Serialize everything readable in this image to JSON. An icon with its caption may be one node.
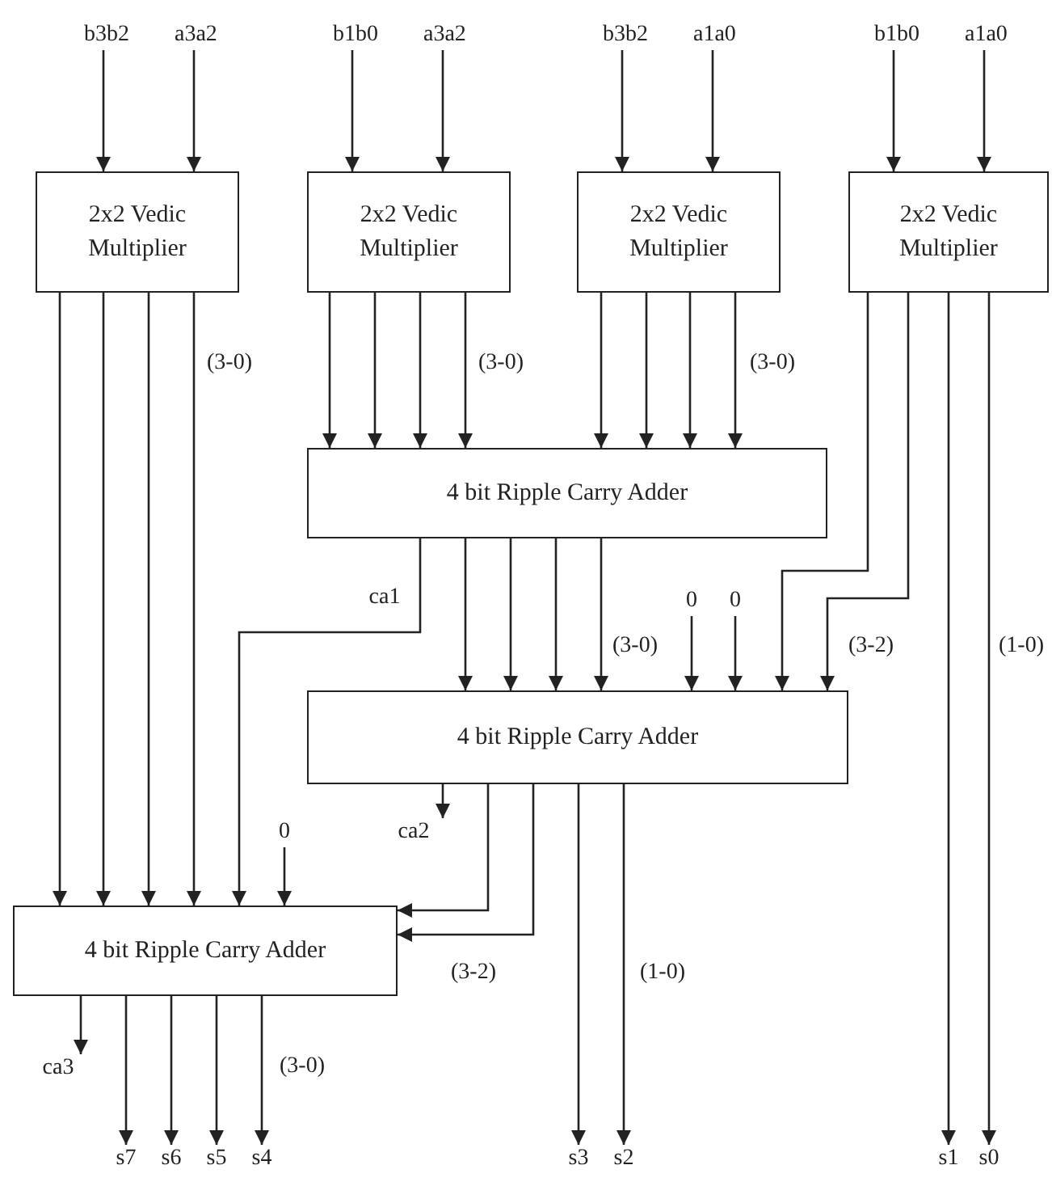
{
  "diagram": {
    "nodes": [
      {
        "text": [
          "b3b2"
        ]
      },
      {
        "text": [
          "a3a2"
        ]
      },
      {
        "text": [
          "b1b0"
        ]
      },
      {
        "text": [
          "a3a2"
        ]
      },
      {
        "text": [
          "b3b2"
        ]
      },
      {
        "text": [
          "a1a0"
        ]
      },
      {
        "text": [
          "b1b0"
        ]
      },
      {
        "text": [
          "a1a0"
        ]
      },
      {
        "text": [
          "2x2 Vedic Multiplier"
        ]
      },
      {
        "text": [
          "2x2 Vedic Multiplier"
        ]
      },
      {
        "text": [
          "2x2 Vedic Multiplier"
        ]
      },
      {
        "text": [
          "2x2 Vedic Multiplier"
        ]
      },
      {
        "text": [
          "4 bit Ripple Carry Adder"
        ]
      },
      {
        "text": [
          "0"
        ]
      },
      {
        "text": [
          "0"
        ]
      },
      {
        "text": [
          "4 bit Ripple Carry Adder"
        ]
      },
      {
        "text": [
          "ca2"
        ]
      },
      {
        "text": [
          "0"
        ]
      },
      {
        "text": [
          "4 bit Ripple Carry Adder"
        ]
      },
      {
        "text": [
          "ca3"
        ]
      },
      {
        "text": [
          "s7"
        ]
      },
      {
        "text": [
          "s6"
        ]
      },
      {
        "text": [
          "s5"
        ]
      },
      {
        "text": [
          "s4"
        ]
      },
      {
        "text": [
          "s3"
        ]
      },
      {
        "text": [
          "s2"
        ]
      },
      {
        "text": [
          "s1"
        ]
      },
      {
        "text": [
          "s0"
        ]
      }
    ],
    "edges": [
      {
        "from": 0,
        "to": 8,
        "arrow": "to"
      },
      {
        "from": 1,
        "to": 8,
        "arrow": "to"
      },
      {
        "from": 2,
        "to": 9,
        "arrow": "to"
      },
      {
        "from": 3,
        "to": 9,
        "arrow": "to"
      },
      {
        "from": 4,
        "to": 10,
        "arrow": "to"
      },
      {
        "from": 5,
        "to": 10,
        "arrow": "to"
      },
      {
        "from": 6,
        "to": 11,
        "arrow": "to"
      },
      {
        "from": 7,
        "to": 11,
        "arrow": "to"
      },
      {
        "from": 8,
        "to": 18,
        "arrow": "to"
      },
      {
        "from": 8,
        "to": 18,
        "arrow": "to"
      },
      {
        "from": 8,
        "to": 18,
        "arrow": "to"
      },
      {
        "from": 8,
        "to": 18,
        "arrow": "to",
        "label": "(3-0)"
      },
      {
        "from": 9,
        "to": 12,
        "arrow": "to"
      },
      {
        "from": 9,
        "to": 12,
        "arrow": "to"
      },
      {
        "from": 9,
        "to": 12,
        "arrow": "to"
      },
      {
        "from": 9,
        "to": 12,
        "arrow": "to",
        "label": "(3-0)"
      },
      {
        "from": 10,
        "to": 12,
        "arrow": "to"
      },
      {
        "from": 10,
        "to": 12,
        "arrow": "to"
      },
      {
        "from": 10,
        "to": 12,
        "arrow": "to"
      },
      {
        "from": 10,
        "to": 12,
        "arrow": "to",
        "label": "(3-0)"
      },
      {
        "from": 11,
        "to": 15,
        "arrow": "to"
      },
      {
        "from": 11,
        "to": 15,
        "arrow": "to",
        "label": "(3-2)"
      },
      {
        "from": 11,
        "to": 26,
        "arrow": "to"
      },
      {
        "from": 11,
        "to": 27,
        "arrow": "to",
        "label": "(1-0)"
      },
      {
        "from": 12,
        "to": 18,
        "arrow": "to",
        "label": "ca1"
      },
      {
        "from": 12,
        "to": 15,
        "arrow": "to"
      },
      {
        "from": 12,
        "to": 15,
        "arrow": "to"
      },
      {
        "from": 12,
        "to": 15,
        "arrow": "to"
      },
      {
        "from": 12,
        "to": 15,
        "arrow": "to",
        "label": "(3-0)"
      },
      {
        "from": 13,
        "to": 15,
        "arrow": "to"
      },
      {
        "from": 14,
        "to": 15,
        "arrow": "to"
      },
      {
        "from": 15,
        "to": 16,
        "arrow": "to"
      },
      {
        "from": 17,
        "to": 18,
        "arrow": "to"
      },
      {
        "from": 15,
        "to": 18,
        "arrow": "to"
      },
      {
        "from": 15,
        "to": 18,
        "arrow": "to",
        "label": "(3-2)"
      },
      {
        "from": 15,
        "to": 24,
        "arrow": "to"
      },
      {
        "from": 15,
        "to": 25,
        "arrow": "to",
        "label": "(1-0)"
      },
      {
        "from": 18,
        "to": 19,
        "arrow": "to"
      },
      {
        "from": 18,
        "to": 20,
        "arrow": "to"
      },
      {
        "from": 18,
        "to": 21,
        "arrow": "to"
      },
      {
        "from": 18,
        "to": 22,
        "arrow": "to"
      },
      {
        "from": 18,
        "to": 23,
        "arrow": "to",
        "label": "(3-0)"
      }
    ]
  }
}
